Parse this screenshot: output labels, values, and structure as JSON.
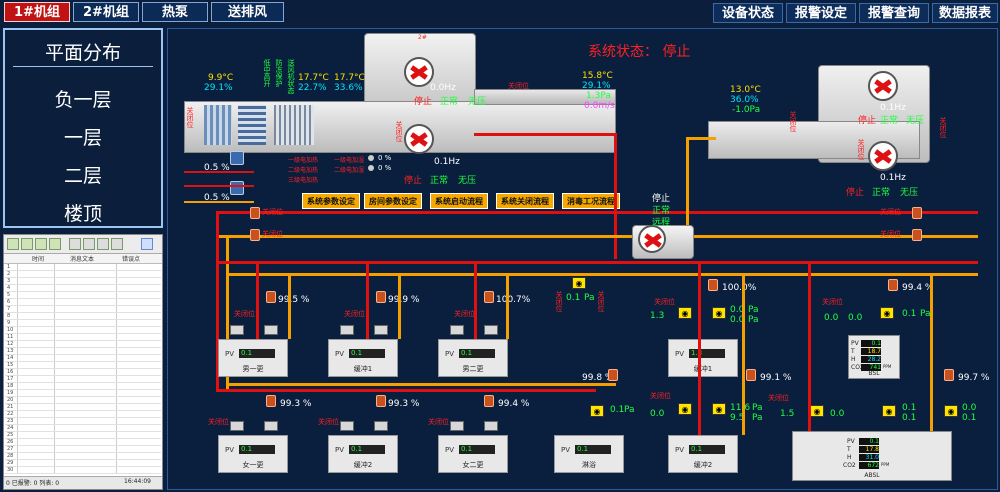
{
  "tabs": {
    "t1": "1#机组",
    "t2": "2#机组",
    "t3": "热泵",
    "t4": "送排风"
  },
  "right_tabs": {
    "r1": "设备状态",
    "r2": "报警设定",
    "r3": "报警查询",
    "r4": "数据报表"
  },
  "nav": {
    "title": "平面分布",
    "b1": "负一层",
    "f1": "一层",
    "f2": "二层",
    "roof": "楼顶"
  },
  "alarm": {
    "col_time": "时间",
    "col_msg": "消息文本",
    "col_pt": "错误点",
    "status_left": "0 已报警: 0 列表: 0",
    "clock": "16:44:09"
  },
  "system_status": "系统状态： 停止",
  "unit1": {
    "t_left": "9.9°C",
    "h_left": "29.1%",
    "t_mid1": "17.7°C",
    "h_mid1": "22.7%",
    "t_mid2": "17.7°C",
    "h_mid2": "33.6%",
    "vtext1": "低中高开",
    "vtext2": "防冻保护",
    "vtext3": "送风机状态",
    "fan_top_hz": "0.0Hz",
    "fan_top_state": "停止",
    "fan_top_norm": "正常",
    "fan_top_press": "无压",
    "fan_bot_hz": "0.1Hz",
    "fan_bot_state": "停止",
    "fan_bot_norm": "正常",
    "fan_bot_press": "无压",
    "damper_label": "关闭位",
    "out_t": "15.8°C",
    "out_h": "29.1%",
    "out_p": "1.3Pa",
    "out_v": "0.0m/s",
    "pct_a": "0.5 %",
    "pct_b": "0.5 %",
    "heat1": "一级电加热",
    "heat2": "二级电加热",
    "heat3": "三级电加热",
    "heat4": "一级电加湿",
    "heat5": "二级电加湿",
    "heat_pct": "0 %"
  },
  "unit2": {
    "t": "13.0°C",
    "h": "36.0%",
    "p": "-1.0Pa",
    "fan_top_hz": "0.1Hz",
    "fan_top_state": "停止",
    "fan_top_norm": "正常",
    "fan_top_press": "无压",
    "fan_bot_hz": "0.1Hz",
    "fan_bot_state": "停止",
    "fan_bot_norm": "正常",
    "fan_bot_press": "无压",
    "damper_label": "关闭位"
  },
  "mid_fan": {
    "state": "停止",
    "norm": "正常",
    "mode": "远程"
  },
  "buttons": {
    "b1": "系统参数设定",
    "b2": "房间参数设定",
    "b3": "系统启动流程",
    "b4": "系统关闭流程",
    "b5": "消毒工况流程"
  },
  "valve_label": "关闭位",
  "rooms": {
    "r1": {
      "name": "男一更",
      "pv": "0.1",
      "pct_top": "99.5 %",
      "pct_bot": "99.3 %"
    },
    "r2": {
      "name": "缓冲1",
      "pv": "0.1",
      "pct_top": "99.9 %",
      "pct_bot": "99.3 %"
    },
    "r3": {
      "name": "男二更",
      "pv": "0.1",
      "pct_top": "100.7%",
      "pct_bot": "99.4 %"
    },
    "r4": {
      "name": "女一更",
      "pv": "0.1"
    },
    "r5": {
      "name": "缓冲2",
      "pv": "0.1"
    },
    "r6": {
      "name": "女二更",
      "pv": "0.1"
    },
    "r7": {
      "name": "淋浴",
      "pv": "0.1",
      "pct": "99.8 %",
      "p1": "0.1",
      "p2": "Pa"
    },
    "r8": {
      "name": "缓冲1",
      "pv": "1.3",
      "pct": "100.0%",
      "pct2": "99.1 %",
      "a": "1.3",
      "b": "0.0",
      "c": "0.0"
    },
    "r9": {
      "name": "缓冲2",
      "pv": "0.1",
      "a": "0.0",
      "b": "11.6",
      "c": "9.5"
    },
    "bsl": {
      "name": "BSL",
      "pct": "99.4 %",
      "a": "0.0",
      "b": "0.0",
      "c": "0.1",
      "t": "18.7",
      "h": "28.2",
      "co2": "741"
    },
    "absl": {
      "name": "ABSL",
      "pct": "99.7 %",
      "a": "1.5",
      "b": "0.0",
      "c": "0.0",
      "d": "0.1",
      "e": "0.1",
      "t": "17.8",
      "h": "31.0",
      "co2": "672"
    }
  },
  "pa": "Pa",
  "mid_valve": {
    "a": "0.1",
    "b": "Pa"
  },
  "sensor_labels": {
    "pv": "PV",
    "t": "T",
    "h": "H",
    "co2": "CO2",
    "ppm": "PPM"
  },
  "colors": {
    "pipe_red": "#e01010",
    "pipe_orange": "#f5a000",
    "bg": "#0a1f3e"
  }
}
